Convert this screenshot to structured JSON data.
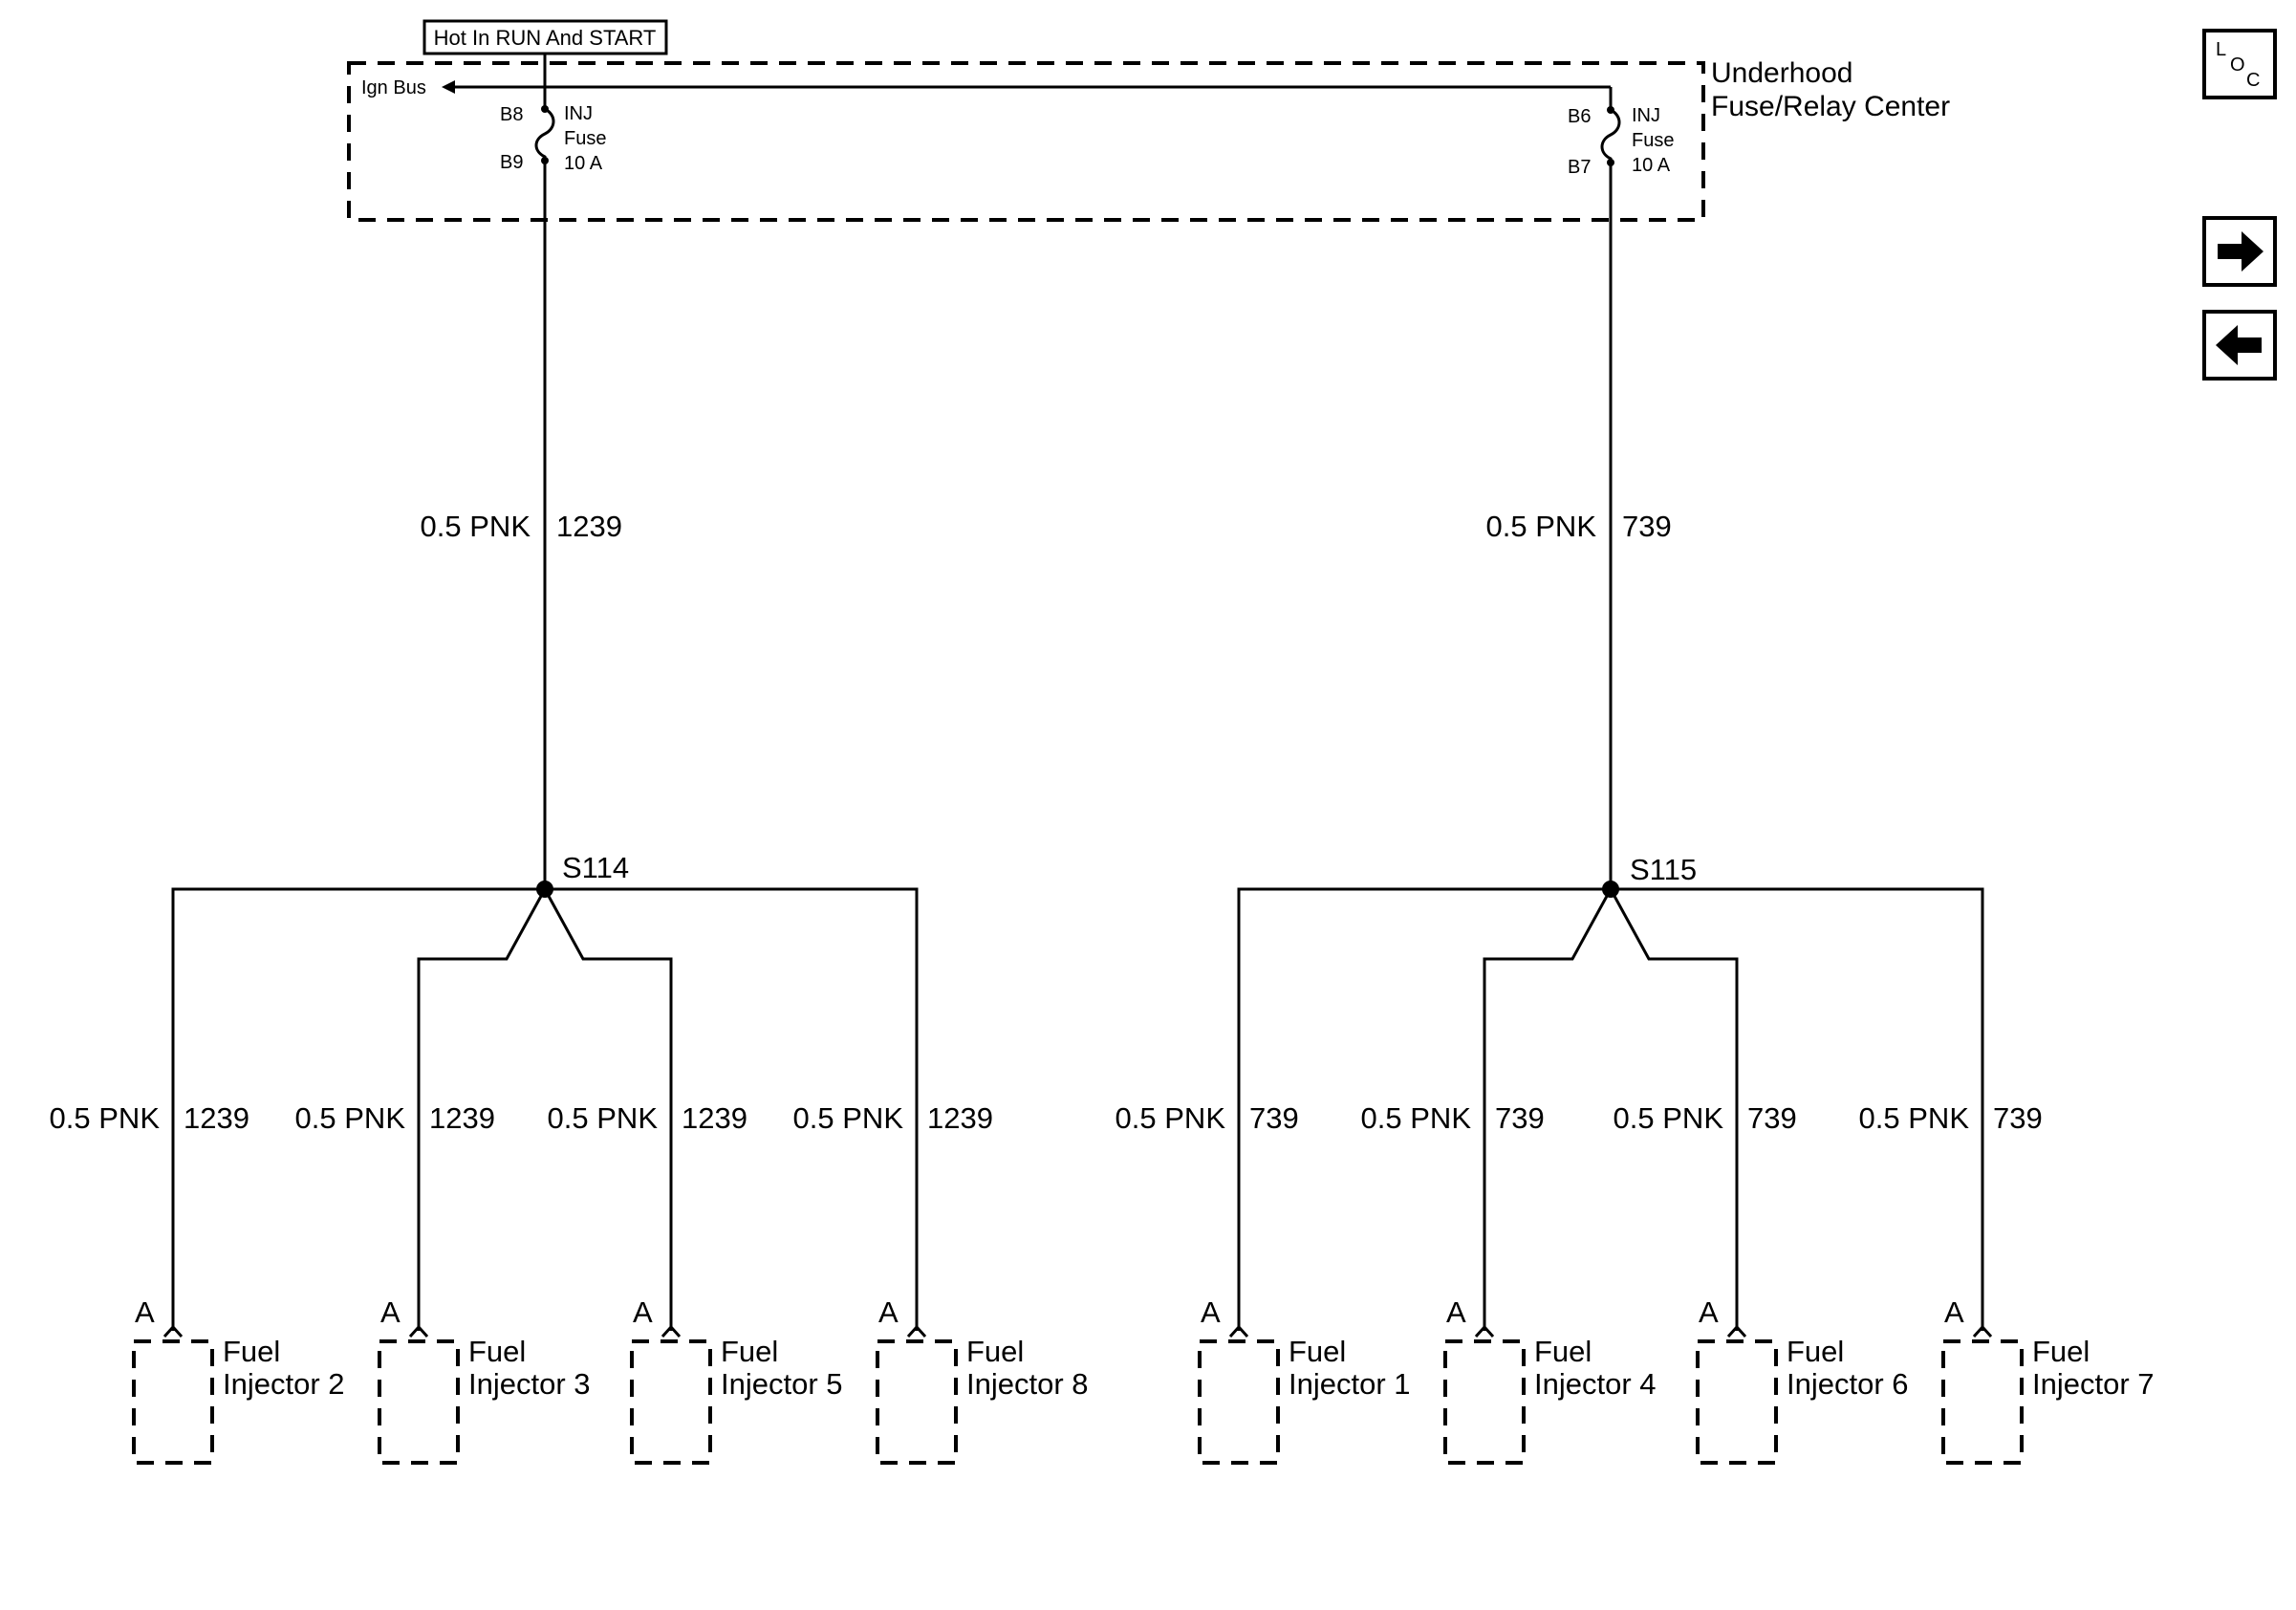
{
  "power_source": "Hot In RUN And START",
  "fuse_center": {
    "label_line1": "Underhood",
    "label_line2": "Fuse/Relay Center",
    "ign_bus": "Ign Bus",
    "fuse_left": {
      "pin_top": "B8",
      "pin_bottom": "B9",
      "name": "INJ",
      "type": "Fuse",
      "rating": "10 A"
    },
    "fuse_right": {
      "pin_top": "B6",
      "pin_bottom": "B7",
      "name": "INJ",
      "type": "Fuse",
      "rating": "10 A"
    }
  },
  "main_wires": [
    {
      "gauge_color": "0.5 PNK",
      "circuit": "1239"
    },
    {
      "gauge_color": "0.5 PNK",
      "circuit": "739"
    }
  ],
  "splices": [
    {
      "id": "S114"
    },
    {
      "id": "S115"
    }
  ],
  "branches": [
    {
      "gauge_color": "0.5 PNK",
      "circuit": "1239",
      "connector": "A",
      "name_line1": "Fuel",
      "name_line2": "Injector 2"
    },
    {
      "gauge_color": "0.5 PNK",
      "circuit": "1239",
      "connector": "A",
      "name_line1": "Fuel",
      "name_line2": "Injector 3"
    },
    {
      "gauge_color": "0.5 PNK",
      "circuit": "1239",
      "connector": "A",
      "name_line1": "Fuel",
      "name_line2": "Injector 5"
    },
    {
      "gauge_color": "0.5 PNK",
      "circuit": "1239",
      "connector": "A",
      "name_line1": "Fuel",
      "name_line2": "Injector 8"
    },
    {
      "gauge_color": "0.5 PNK",
      "circuit": "739",
      "connector": "A",
      "name_line1": "Fuel",
      "name_line2": "Injector 1"
    },
    {
      "gauge_color": "0.5 PNK",
      "circuit": "739",
      "connector": "A",
      "name_line1": "Fuel",
      "name_line2": "Injector 4"
    },
    {
      "gauge_color": "0.5 PNK",
      "circuit": "739",
      "connector": "A",
      "name_line1": "Fuel",
      "name_line2": "Injector 6"
    },
    {
      "gauge_color": "0.5 PNK",
      "circuit": "739",
      "connector": "A",
      "name_line1": "Fuel",
      "name_line2": "Injector 7"
    }
  ],
  "nav": {
    "loc_letters": [
      "L",
      "O",
      "C"
    ],
    "next_icon": "arrow-right-icon",
    "prev_icon": "arrow-left-icon"
  }
}
